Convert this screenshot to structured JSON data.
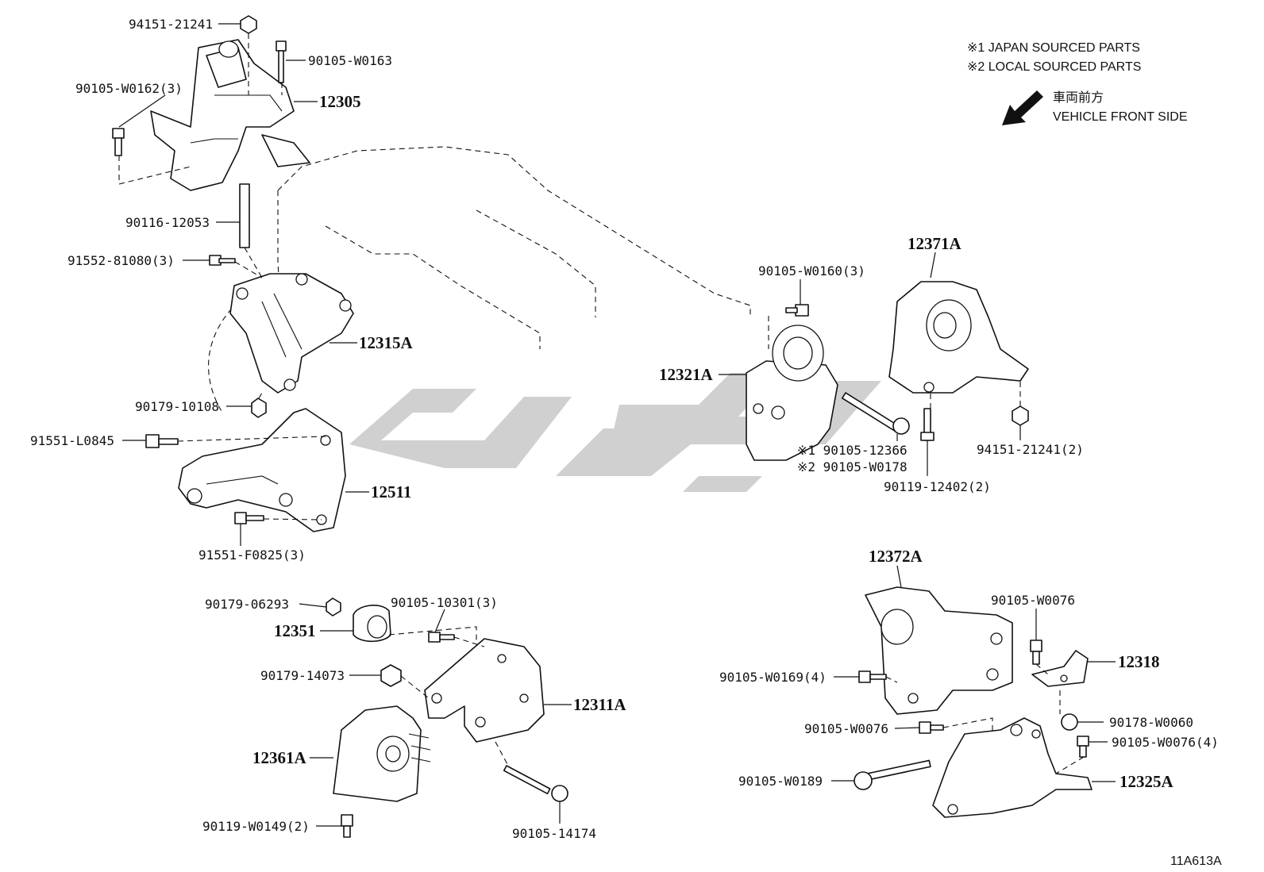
{
  "notes": {
    "japan": "※1  JAPAN SOURCED PARTS",
    "local": "※2  LOCAL SOURCED PARTS",
    "front_jp": "車両前方",
    "front_en": "VEHICLE FRONT SIDE"
  },
  "watermark_text": "گلوپارت",
  "figure_id": "11A613A",
  "labels": {
    "p94151_21241": "94151-21241",
    "p90105_W0163": "90105-W0163",
    "p90105_W0162": "90105-W0162(3)",
    "p12305": "12305",
    "p90116_12053": "90116-12053",
    "p91552_81080": "91552-81080(3)",
    "p12315A": "12315A",
    "p90179_10108": "90179-10108",
    "p91551_L0845": "91551-L0845",
    "p12511": "12511",
    "p91551_F0825": "91551-F0825(3)",
    "p90179_06293": "90179-06293",
    "p90105_10301": "90105-10301(3)",
    "p12351": "12351",
    "p90179_14073": "90179-14073",
    "p12311A": "12311A",
    "p12361A": "12361A",
    "p90119_W0149": "90119-W0149(2)",
    "p90105_14174": "90105-14174",
    "p90105_W0160": "90105-W0160(3)",
    "p12321A": "12321A",
    "p12371A": "12371A",
    "p90105_12366": "※1 90105-12366",
    "p90105_W0178": "※2 90105-W0178",
    "p94151_21241_2": "94151-21241(2)",
    "p90119_12402": "90119-12402(2)",
    "p12372A": "12372A",
    "p90105_W0076a": "90105-W0076",
    "p12318": "12318",
    "p90105_W0169": "90105-W0169(4)",
    "p90105_W0076b": "90105-W0076",
    "p90178_W0060": "90178-W0060",
    "p90105_W0076c": "90105-W0076(4)",
    "p90105_W0189": "90105-W0189",
    "p12325A": "12325A"
  }
}
